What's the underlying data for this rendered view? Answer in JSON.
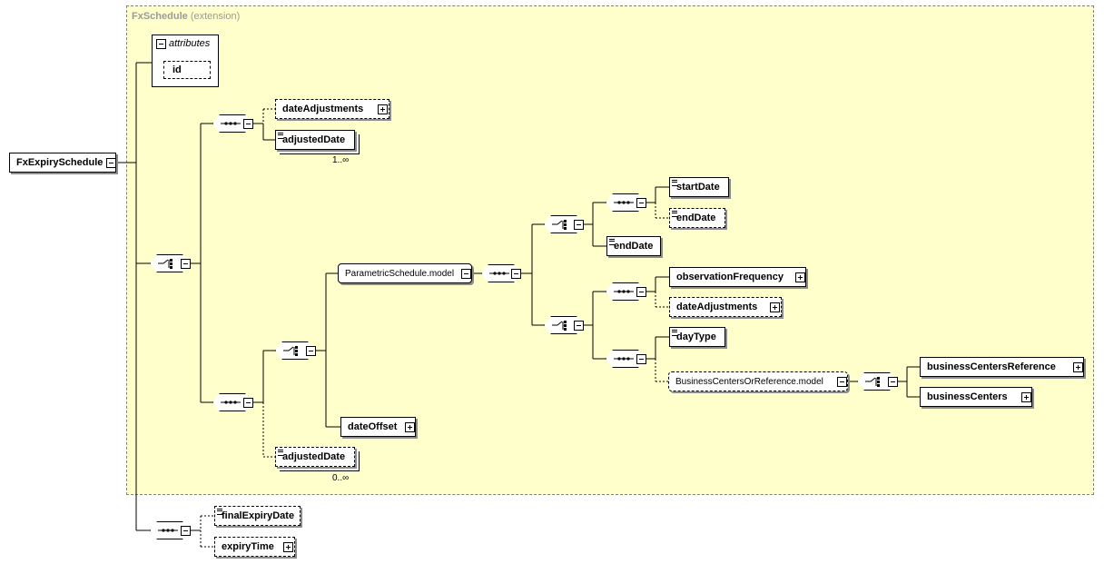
{
  "region": {
    "title": "FxSchedule",
    "subtitle": "(extension)"
  },
  "root": {
    "label": "FxExpirySchedule"
  },
  "attributes": {
    "title": "attributes",
    "items": [
      "id"
    ]
  },
  "elements": {
    "date_adjustments_top": "dateAdjustments",
    "adjusted_date_top": "adjustedDate",
    "adjusted_date_top_mult": "1..∞",
    "parametric_model": "ParametricSchedule.model",
    "start_date": "startDate",
    "end_date_opt": "endDate",
    "end_date": "endDate",
    "observation_frequency": "observationFrequency",
    "date_adjustments_inner": "dateAdjustments",
    "day_type": "dayType",
    "business_centers_model": "BusinessCentersOrReference.model",
    "business_centers_reference": "businessCentersReference",
    "business_centers": "businessCenters",
    "date_offset": "dateOffset",
    "adjusted_date_bottom": "adjustedDate",
    "adjusted_date_bottom_mult": "0..∞",
    "final_expiry_date": "finalExpiryDate",
    "expiry_time": "expiryTime"
  }
}
